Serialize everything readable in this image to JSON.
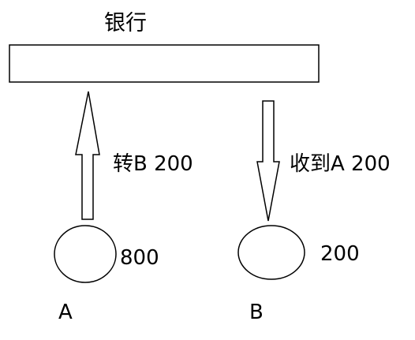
{
  "bank": {
    "title": "银行"
  },
  "transactions": {
    "transfer_label": "转B 200",
    "receive_label": "收到A 200"
  },
  "accounts": [
    {
      "name": "A",
      "balance": "800"
    },
    {
      "name": "B",
      "balance": "200"
    }
  ],
  "colors": {
    "stroke": "#000000",
    "background": "#ffffff"
  }
}
